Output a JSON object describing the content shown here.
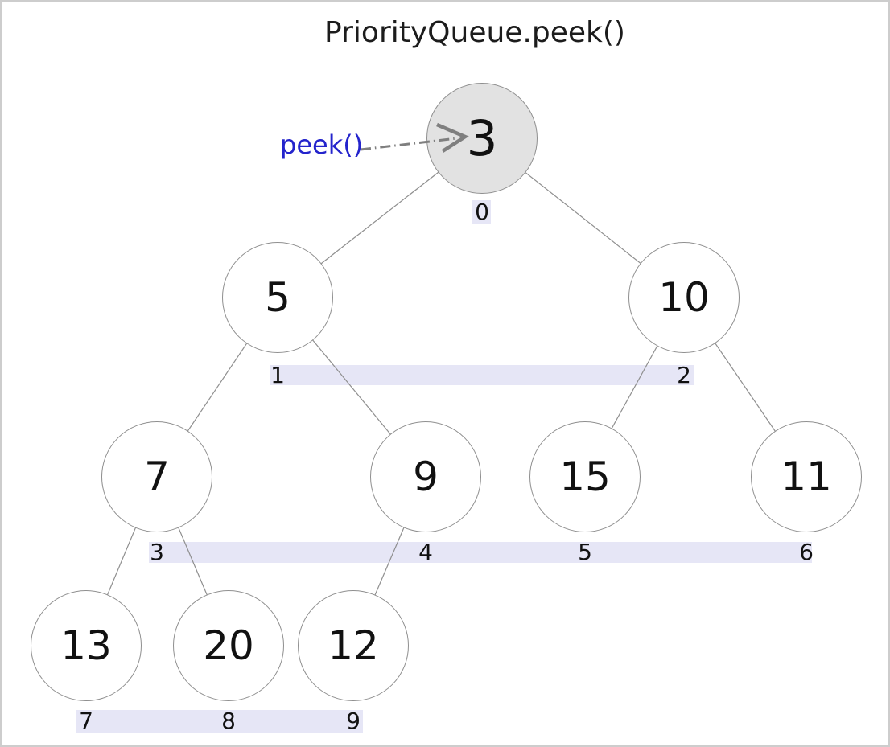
{
  "title": "PriorityQueue.peek()",
  "annotation": {
    "label": "peek()",
    "color": "#2424cc",
    "points_to_value": "3"
  },
  "heap": {
    "nodes": [
      {
        "id": "n0",
        "value": "3",
        "index": "0",
        "highlighted": true
      },
      {
        "id": "n1",
        "value": "5",
        "index": "1",
        "highlighted": false
      },
      {
        "id": "n2",
        "value": "10",
        "index": "2",
        "highlighted": false
      },
      {
        "id": "n3",
        "value": "7",
        "index": "3",
        "highlighted": false
      },
      {
        "id": "n4",
        "value": "9",
        "index": "4",
        "highlighted": false
      },
      {
        "id": "n5",
        "value": "15",
        "index": "5",
        "highlighted": false
      },
      {
        "id": "n6",
        "value": "11",
        "index": "6",
        "highlighted": false
      },
      {
        "id": "n7",
        "value": "13",
        "index": "7",
        "highlighted": false
      },
      {
        "id": "n8",
        "value": "20",
        "index": "8",
        "highlighted": false
      },
      {
        "id": "n9",
        "value": "12",
        "index": "9",
        "highlighted": false
      }
    ],
    "edges": [
      [
        "n0",
        "n1"
      ],
      [
        "n0",
        "n2"
      ],
      [
        "n1",
        "n3"
      ],
      [
        "n1",
        "n4"
      ],
      [
        "n2",
        "n5"
      ],
      [
        "n2",
        "n6"
      ],
      [
        "n3",
        "n7"
      ],
      [
        "n3",
        "n8"
      ],
      [
        "n4",
        "n9"
      ]
    ],
    "array_order": [
      "3",
      "5",
      "10",
      "7",
      "9",
      "15",
      "11",
      "13",
      "20",
      "12"
    ]
  },
  "colors": {
    "index_band": "#e6e6f6",
    "root_fill": "#e2e2e2",
    "node_stroke": "#8f8f8f",
    "edge": "#8f8f8f",
    "arrow": "#7f7f7f",
    "annotation_text": "#2424cc",
    "text": "#111111",
    "frame_border": "#cdcdcd"
  }
}
